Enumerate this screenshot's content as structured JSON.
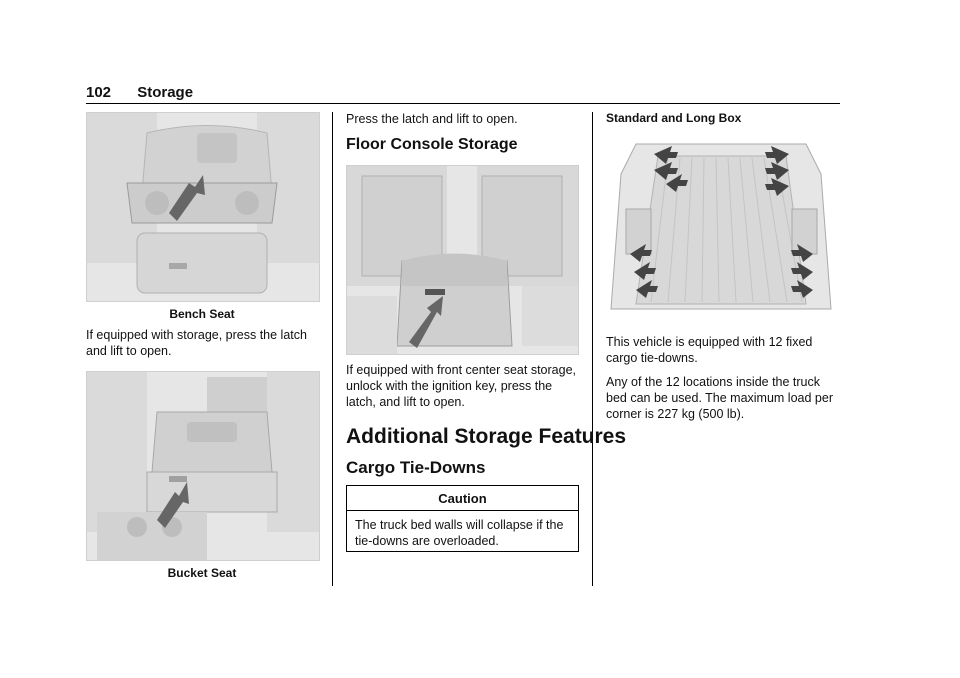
{
  "header": {
    "page_number": "102",
    "section": "Storage"
  },
  "left_column": {
    "caption_bench": "Bench Seat",
    "paragraph": "If equipped with storage, press the latch and lift to open.",
    "caption_bucket": "Bucket Seat"
  },
  "middle_column": {
    "intro": "Press the latch and lift to open.",
    "heading_floor": "Floor Console Storage",
    "paragraph_floor": "If equipped with front center seat storage, unlock with the ignition key, press the latch, and lift to open.",
    "heading_additional": "Additional Storage Features",
    "heading_cargo": "Cargo Tie-Downs",
    "caution_title": "Caution",
    "caution_text": "The truck bed walls will collapse if the tie-downs are overloaded."
  },
  "right_column": {
    "label": "Standard and Long Box",
    "paragraph1": "This vehicle is equipped with 12 fixed cargo tie-downs.",
    "paragraph2": "Any of the 12 locations inside the truck bed can be used. The maximum load per corner is 227 kg (500 lb)."
  }
}
